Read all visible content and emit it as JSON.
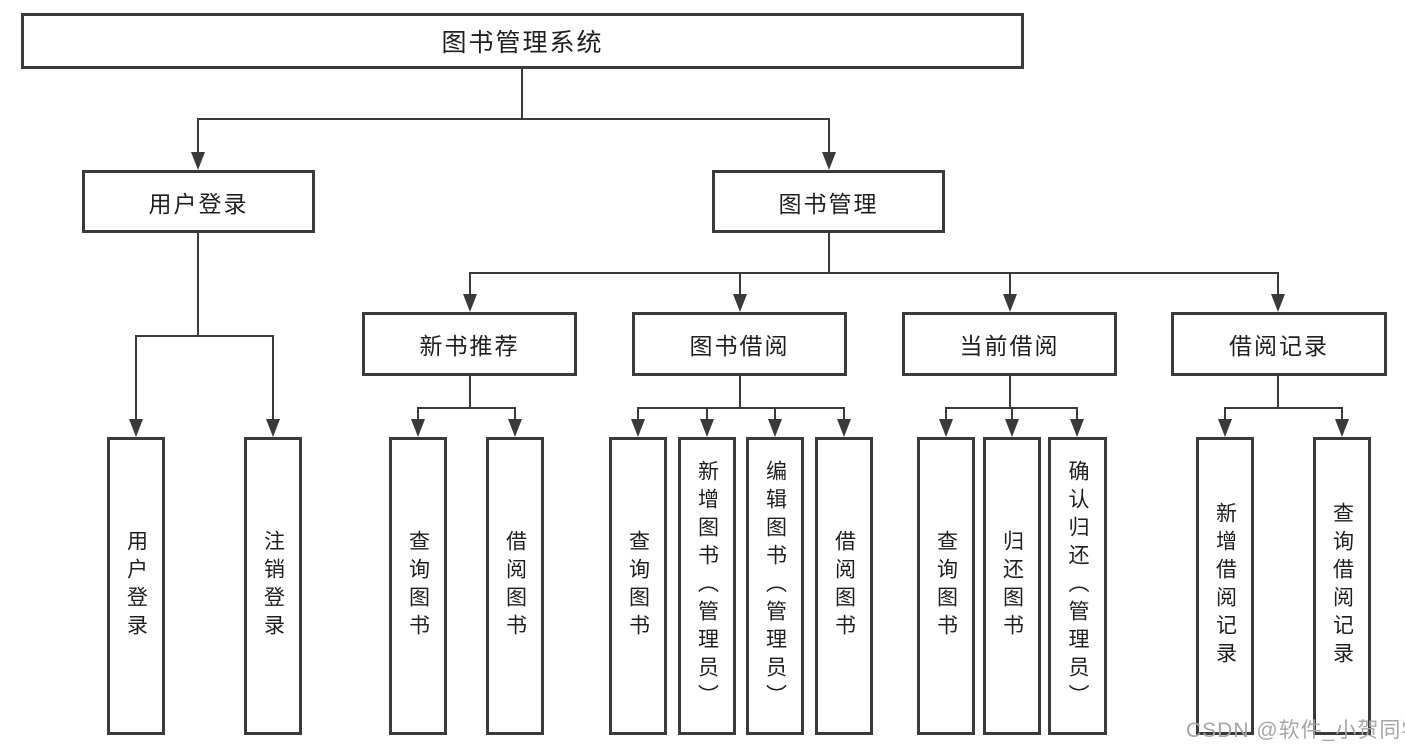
{
  "watermark": "CSDN @软件_小贺同学",
  "colors": {
    "line": "#3a3a3a",
    "text": "#1f1f1f",
    "watermark": "#a6a6a6",
    "background": "#ffffff"
  },
  "tree": {
    "root": "图书管理系统",
    "branches": [
      {
        "label": "用户登录",
        "leaves": [
          "用户登录",
          "注销登录"
        ]
      },
      {
        "label": "图书管理",
        "sections": [
          {
            "label": "新书推荐",
            "leaves": [
              "查询图书",
              "借阅图书"
            ]
          },
          {
            "label": "图书借阅",
            "leaves": [
              "查询图书",
              "新增图书（管理员）",
              "编辑图书（管理员）",
              "借阅图书"
            ]
          },
          {
            "label": "当前借阅",
            "leaves": [
              "查询图书",
              "归还图书",
              "确认归还（管理员）"
            ]
          },
          {
            "label": "借阅记录",
            "leaves": [
              "新增借阅记录",
              "查询借阅记录"
            ]
          }
        ]
      }
    ]
  }
}
